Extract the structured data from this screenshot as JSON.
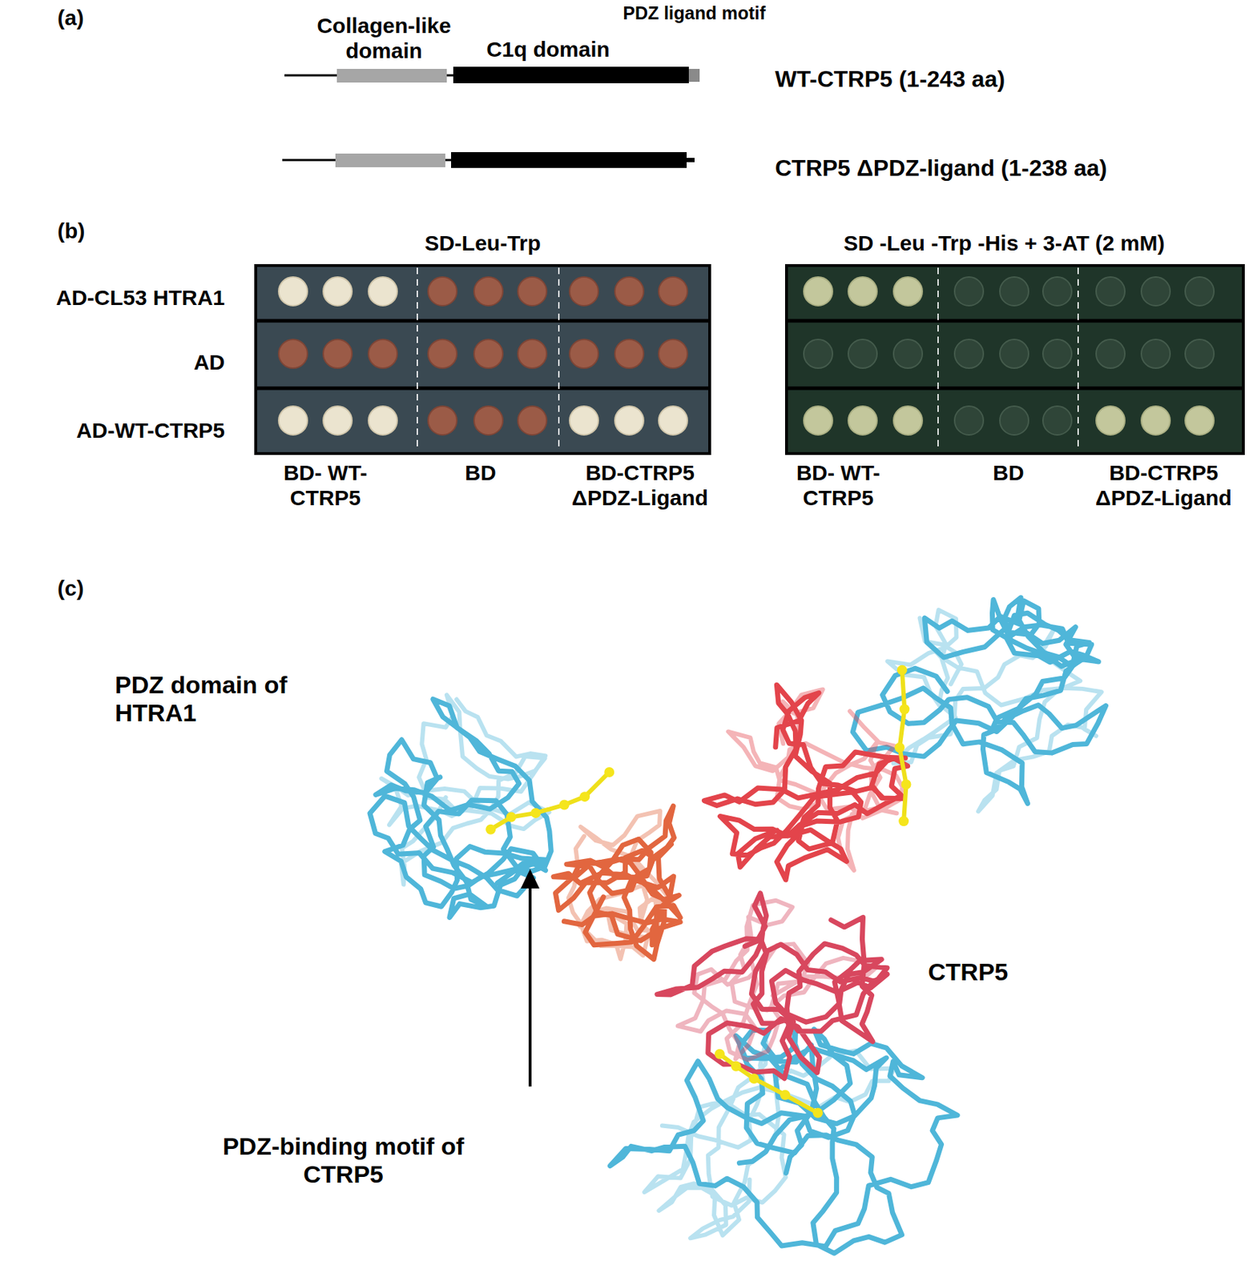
{
  "diagram": {
    "nodes": [
      {
        "text": [
          "Collagen-like domain"
        ]
      },
      {
        "text": [
          "C1q domain"
        ]
      },
      {
        "text": [
          "PDZ ligand motif"
        ]
      }
    ],
    "labels": [
      "(a)",
      "WT-CTRP5 (1-243 aa)",
      "CTRP5 ΔPDZ-ligand (1-238 aa)",
      "(b)",
      "SD-Leu-Trp",
      "SD -Leu -Trp -His + 3-AT (2 mM)",
      "AD-CL53 HTRA1",
      "AD",
      "AD-WT-CTRP5",
      "BD- WT-CTRP5",
      "BD",
      "BD-CTRP5 ΔPDZ-Ligand",
      "BD- WT-CTRP5",
      "BD",
      "BD-CTRP5 ΔPDZ-Ligand",
      "(c)",
      "PDZ domain of HTRA1",
      "CTRP5",
      "PDZ-binding motif of CTRP5"
    ]
  }
}
